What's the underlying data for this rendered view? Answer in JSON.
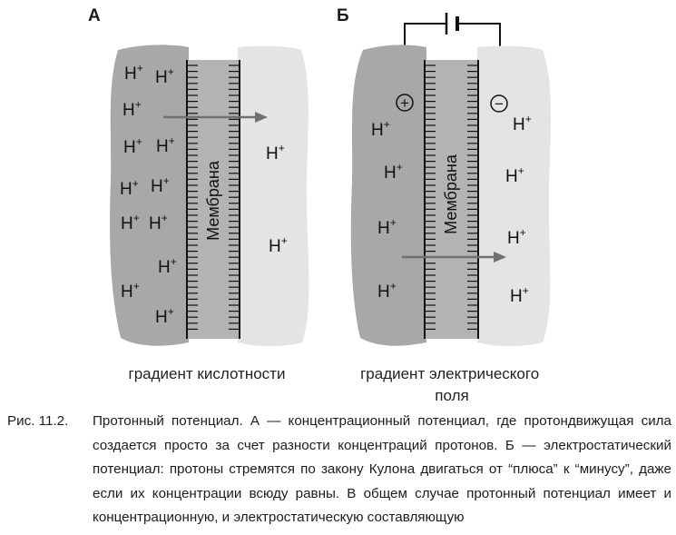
{
  "panels": [
    {
      "id": "A",
      "label": "А",
      "membrane_label": "Мембрана",
      "ion": "H",
      "ion_sup": "+",
      "caption_lines": [
        "градиент кислотности"
      ]
    },
    {
      "id": "B",
      "label": "Б",
      "membrane_label": "Мембрана",
      "ion": "H",
      "ion_sup": "+",
      "plus_symbol": "+",
      "minus_symbol": "−",
      "caption_lines": [
        "градиент электрического",
        "поля"
      ]
    }
  ],
  "figure_caption": {
    "label": "Рис. 11.2.",
    "text": "Протонный потенциал. А — концентрационный потенциал, где протондвижущая сила создается просто за счет разности концентраций протонов. Б — электростатический потенциал: протоны стремятся по закону Кулона двигаться от “плюса” к “минусу”, даже если их концентрации всюду равны. В общем случае протонный потенциал имеет и концентрационную, и электростатическую составляющую"
  },
  "colors": {
    "dark_side": "#a8a8a8",
    "light_side": "#e4e4e4",
    "membrane": "#b3b3b3",
    "arrow": "#707070"
  }
}
